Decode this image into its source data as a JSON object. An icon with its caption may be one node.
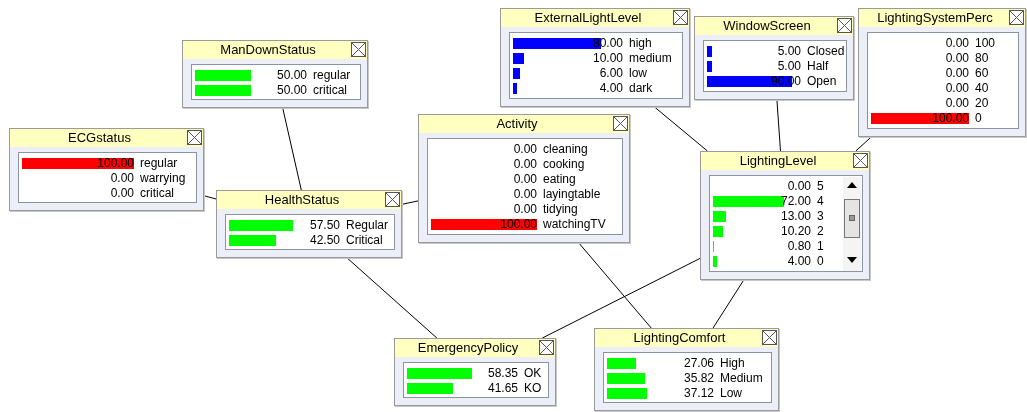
{
  "diagram": {
    "nodes": [
      {
        "text": [
          "ExternalLightLevel",
          "80.00",
          "high",
          "10.00",
          "medium",
          "6.00",
          "low",
          "4.00",
          "dark"
        ]
      },
      {
        "text": [
          "WindowScreen",
          "5.00",
          "Closed",
          "5.00",
          "Half",
          "90.00",
          "Open"
        ]
      },
      {
        "text": [
          "LightingSystemPerc",
          "0.00",
          "100",
          "0.00",
          "80",
          "0.00",
          "60",
          "0.00",
          "40",
          "0.00",
          "20",
          "100.00",
          "0"
        ]
      },
      {
        "text": [
          "ManDownStatus",
          "50.00",
          "regular",
          "50.00",
          "critical"
        ]
      },
      {
        "text": [
          "ECGstatus",
          "100.00",
          "regular",
          "0.00",
          "warrying",
          "0.00",
          "critical"
        ]
      },
      {
        "text": [
          "Activity",
          "0.00",
          "cleaning",
          "0.00",
          "cooking",
          "0.00",
          "eating",
          "0.00",
          "layingtable",
          "0.00",
          "tidying",
          "100.00",
          "watchingTV"
        ]
      },
      {
        "text": [
          "LightingLevel",
          "0.00",
          "5",
          "72.00",
          "4",
          "13.00",
          "3",
          "10.20",
          "2",
          "0.80",
          "1",
          "4.00",
          "0"
        ]
      },
      {
        "text": [
          "HealthStatus",
          "57.50",
          "Regular",
          "42.50",
          "Critical"
        ]
      },
      {
        "text": [
          "EmergencyPolicy",
          "58.35",
          "OK",
          "41.65",
          "KO"
        ]
      },
      {
        "text": [
          "LightingComfort",
          "27.06",
          "High",
          "35.82",
          "Medium",
          "37.12",
          "Low"
        ]
      }
    ],
    "edges": [
      {
        "from": 3,
        "to": 7,
        "arrow": "none"
      },
      {
        "from": 4,
        "to": 7,
        "arrow": "none"
      },
      {
        "from": 5,
        "to": 7,
        "arrow": "none"
      },
      {
        "from": 7,
        "to": 8,
        "arrow": "none"
      },
      {
        "from": 5,
        "to": 9,
        "arrow": "none"
      },
      {
        "from": 0,
        "to": 6,
        "arrow": "none"
      },
      {
        "from": 1,
        "to": 6,
        "arrow": "none"
      },
      {
        "from": 2,
        "to": 6,
        "arrow": "none"
      },
      {
        "from": 6,
        "to": 8,
        "arrow": "none"
      },
      {
        "from": 6,
        "to": 9,
        "arrow": "none"
      }
    ]
  }
}
